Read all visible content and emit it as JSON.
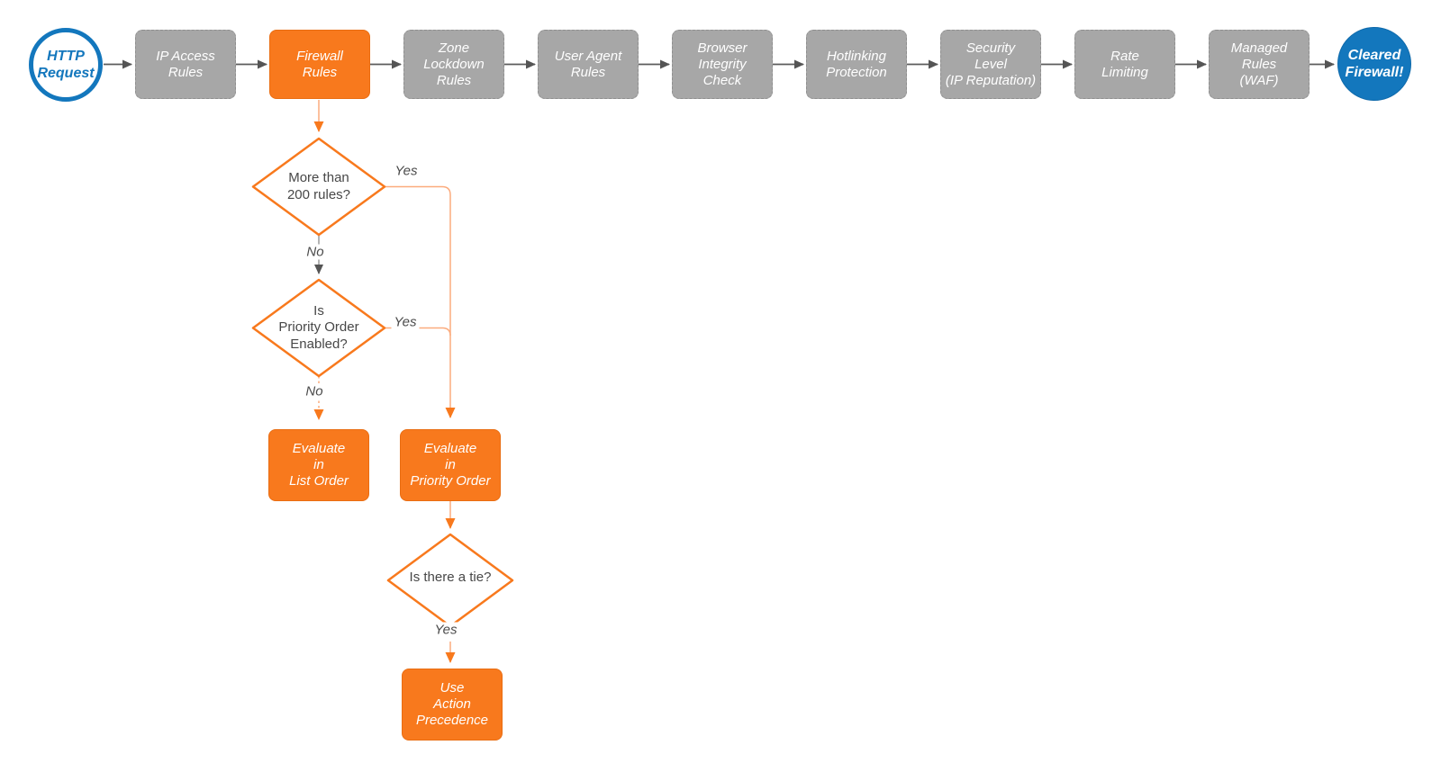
{
  "pipeline": [
    {
      "label": "HTTP\nRequest"
    },
    {
      "label": "IP Access\nRules"
    },
    {
      "label": "Firewall\nRules"
    },
    {
      "label": "Zone\nLockdown\nRules"
    },
    {
      "label": "User Agent\nRules"
    },
    {
      "label": "Browser\nIntegrity\nCheck"
    },
    {
      "label": "Hotlinking\nProtection"
    },
    {
      "label": "Security\nLevel\n(IP Reputation)"
    },
    {
      "label": "Rate\nLimiting"
    },
    {
      "label": "Managed\nRules\n(WAF)"
    },
    {
      "label": "Cleared\nFirewall!"
    }
  ],
  "decisions": [
    {
      "label": "More than\n200 rules?"
    },
    {
      "label": "Is\nPriority Order\nEnabled?"
    },
    {
      "label": "Is there a tie?"
    }
  ],
  "actions": [
    {
      "label": "Evaluate\nin\nList Order"
    },
    {
      "label": "Evaluate\nin\nPriority Order"
    },
    {
      "label": "Use\nAction\nPrecedence"
    }
  ],
  "edge_labels": {
    "d1_yes": "Yes",
    "d1_no": "No",
    "d2_yes": "Yes",
    "d2_no": "No",
    "d3_yes": "Yes"
  },
  "colors": {
    "node_orange": "#f8791d",
    "node_gray": "#a7a7a7",
    "terminator_blue": "#1377bd",
    "connector_dark_gray": "#5b5b5b",
    "connector_light_gray": "#9a9a9a",
    "connector_light_orange": "#fbab7d",
    "diamond_border_orange": "#f8791d",
    "text_dark": "#474747",
    "text_white": "#ffffff"
  }
}
